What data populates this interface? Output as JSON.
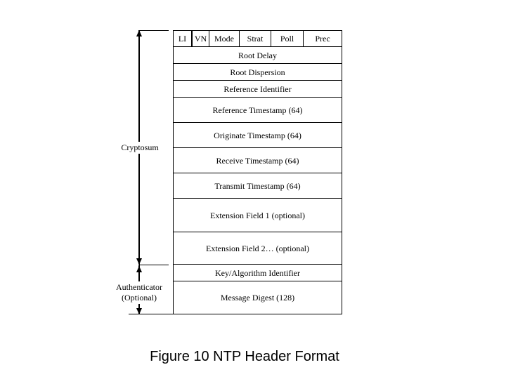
{
  "header": {
    "cells": [
      "LI",
      "VN",
      "Mode",
      "Strat",
      "Poll",
      "Prec"
    ]
  },
  "rows": [
    "Root Delay",
    "Root Dispersion",
    "Reference Identifier",
    "Reference Timestamp (64)",
    "Originate Timestamp (64)",
    "Receive Timestamp (64)",
    "Transmit Timestamp (64)",
    "Extension Field 1 (optional)",
    "Extension Field 2… (optional)",
    "Key/Algorithm Identifier",
    "Message Digest (128)"
  ],
  "annotations": {
    "cryptosum": "Cryptosum",
    "authenticator_line1": "Authenticator",
    "authenticator_line2": "(Optional)"
  },
  "caption": "Figure 10 NTP Header Format",
  "colors": {
    "line": "#000000",
    "background": "#ffffff",
    "text": "#000000"
  }
}
